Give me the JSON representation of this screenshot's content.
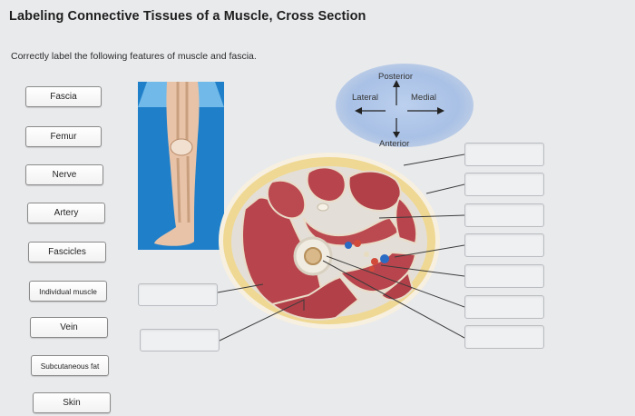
{
  "page": {
    "title": "Labeling Connective Tissues of a Muscle, Cross Section",
    "subtitle": "Correctly label the following features of muscle and fascia."
  },
  "labels": [
    "Fascia",
    "Femur",
    "Nerve",
    "Artery",
    "Fascicles",
    "Individual muscle",
    "Vein",
    "Subcutaneous fat",
    "Skin"
  ],
  "orientation": {
    "posterior": "Posterior",
    "anterior": "Anterior",
    "lateral": "Lateral",
    "medial": "Medial"
  },
  "colors": {
    "muscle": "#b8454d",
    "fat": "#f0dc9a",
    "fascia": "#f7f0e0",
    "artery": "#d24a3a",
    "vein": "#2a6cc4",
    "leg_panel": "#1f7fc9"
  }
}
